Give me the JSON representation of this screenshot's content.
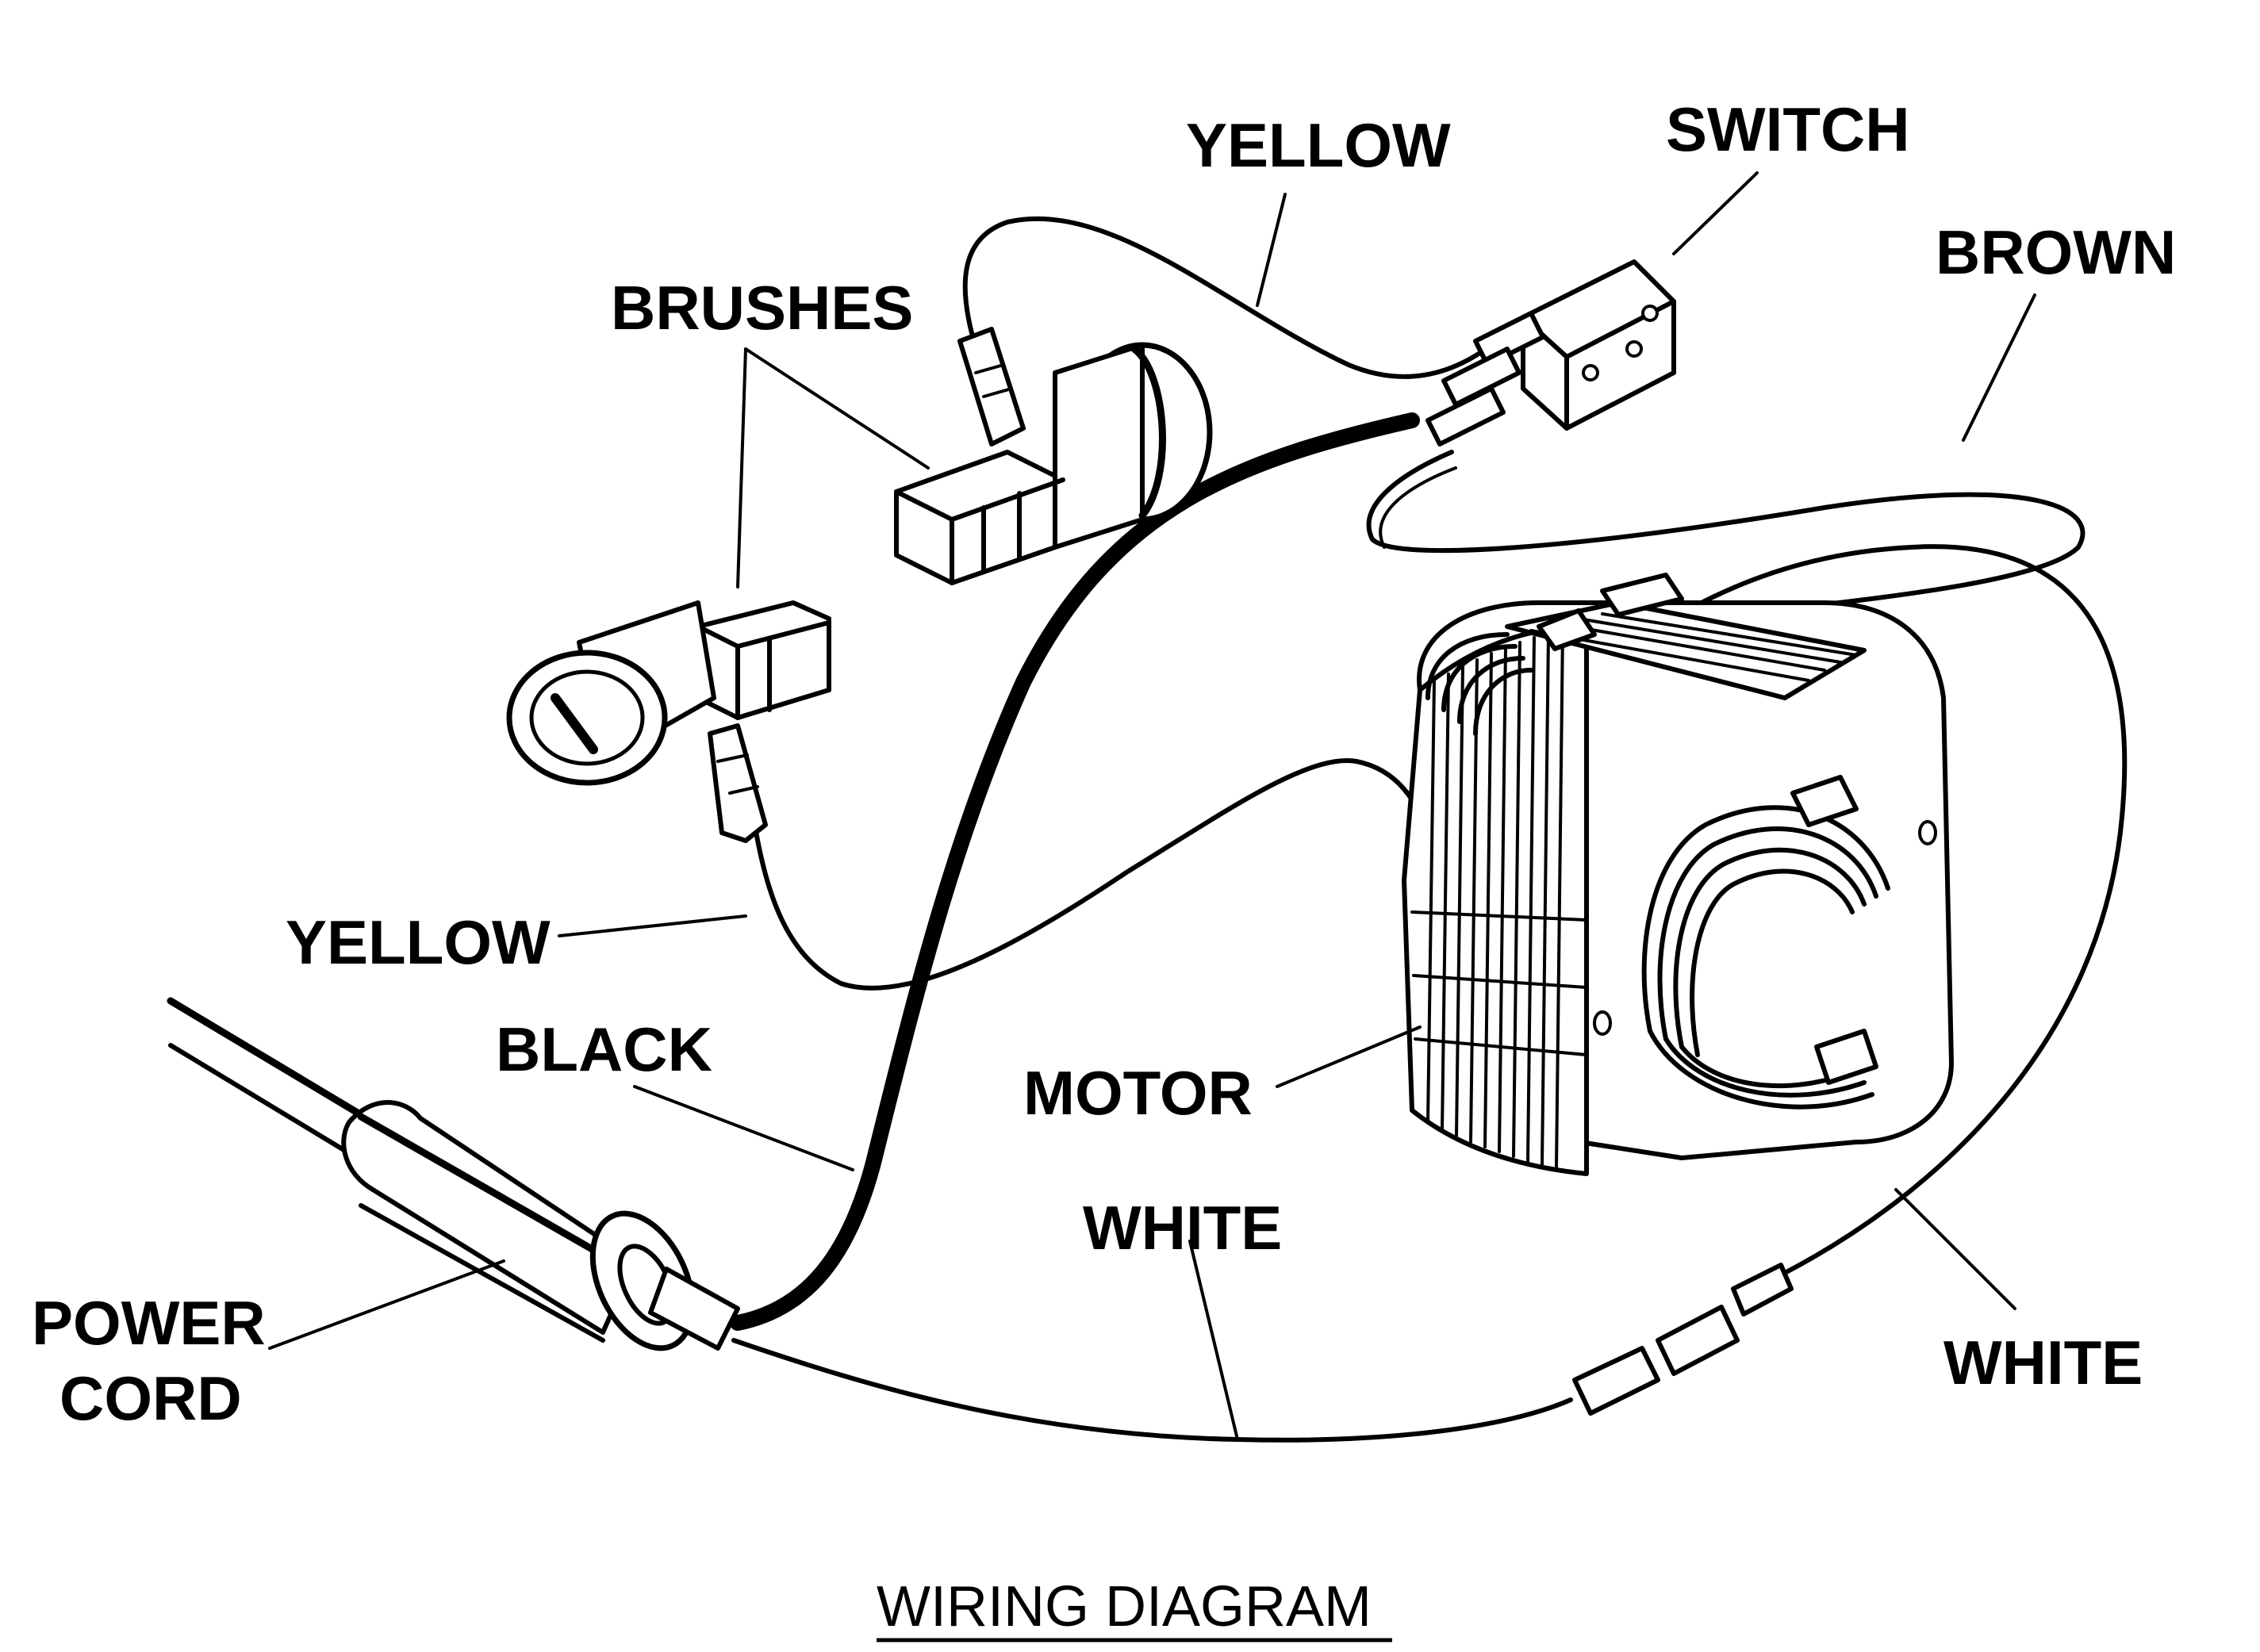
{
  "labels": {
    "yellow_top": "YELLOW",
    "switch": "SWITCH",
    "brown": "BROWN",
    "brushes": "BRUSHES",
    "yellow_left": "YELLOW",
    "black": "BLACK",
    "motor": "MOTOR",
    "white_center": "WHITE",
    "white_right": "WHITE",
    "power_cord_line1": "POWER",
    "power_cord_line2": "CORD"
  },
  "caption": "WIRING DIAGRAM",
  "colors": {
    "ink": "#000000",
    "background": "#ffffff"
  }
}
